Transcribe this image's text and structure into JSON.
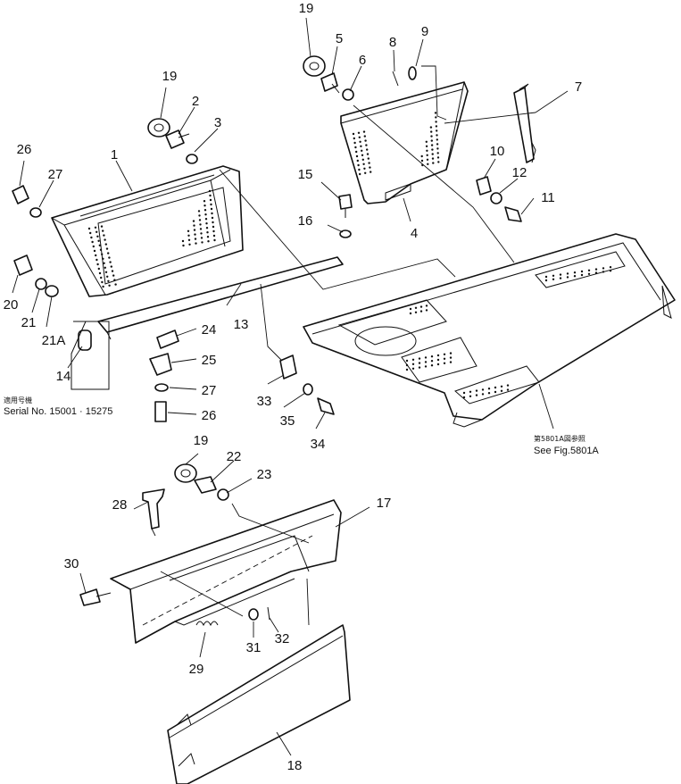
{
  "labels": {
    "p1": "1",
    "p2": "2",
    "p3": "3",
    "p4": "4",
    "p5": "5",
    "p6": "6",
    "p7": "7",
    "p8": "8",
    "p9": "9",
    "p10": "10",
    "p11": "11",
    "p12": "12",
    "p13": "13",
    "p14": "14",
    "p15": "15",
    "p16": "16",
    "p17": "17",
    "p18": "18",
    "p19a": "19",
    "p19b": "19",
    "p19c": "19",
    "p20": "20",
    "p21": "21",
    "p21a": "21A",
    "p22": "22",
    "p23": "23",
    "p24": "24",
    "p25": "25",
    "p26a": "26",
    "p26b": "26",
    "p27a": "27",
    "p27b": "27",
    "p28": "28",
    "p29": "29",
    "p30": "30",
    "p31": "31",
    "p32": "32",
    "p33": "33",
    "p34": "34",
    "p35": "35"
  },
  "notes": {
    "serial_jp": "適用号機",
    "serial": "Serial No. 15001 · 15275",
    "fig_jp": "第5801A図参照",
    "fig": "See Fig.5801A"
  }
}
